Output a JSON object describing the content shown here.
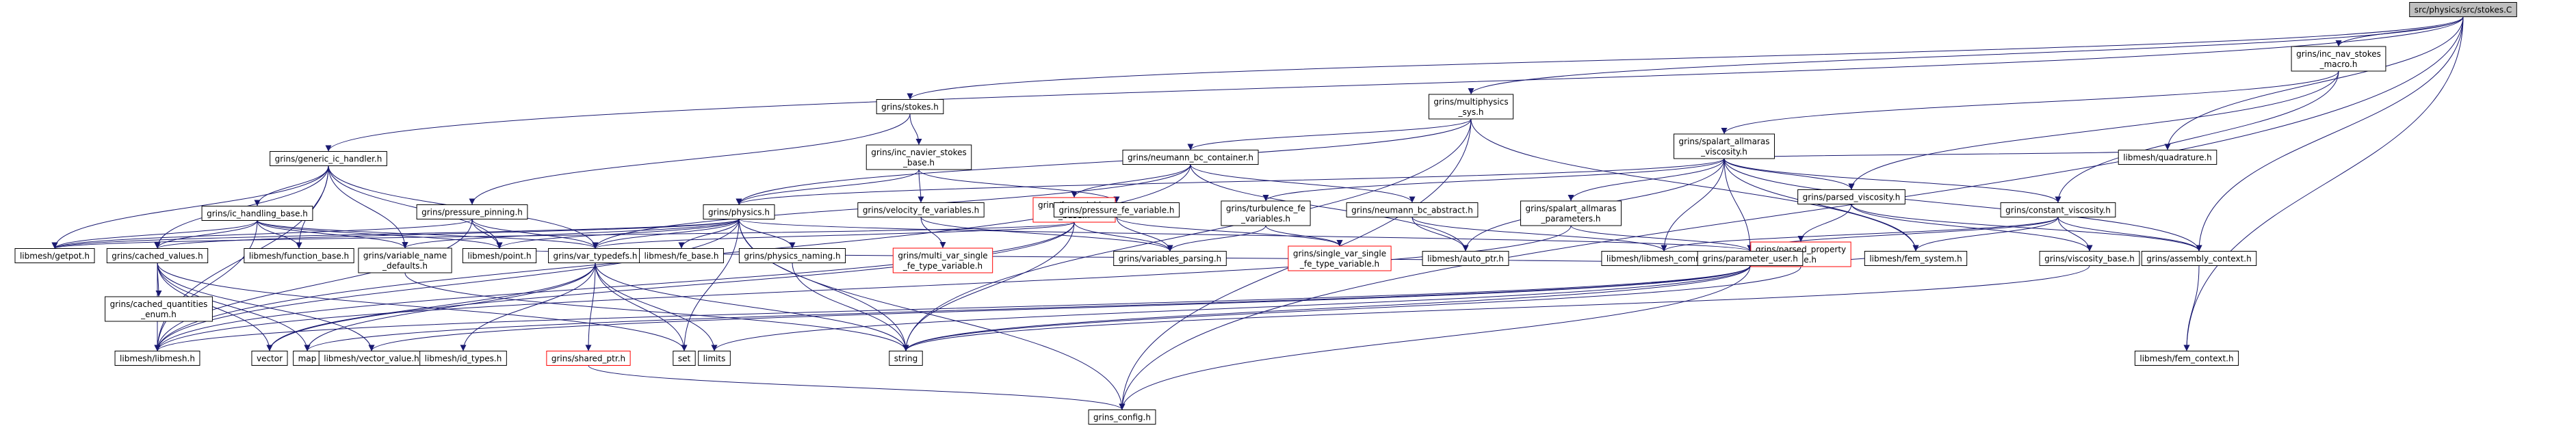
{
  "colors": {
    "edge": "#191970",
    "node_border": "#000000",
    "node_border_truncated": "#ff0000",
    "node_fill": "#ffffff",
    "root_fill": "#bfbfbf",
    "text": "#000000"
  },
  "diagram": {
    "nodes": [
      {
        "id": "stokes_c",
        "lines": [
          "src/physics/src/stokes.C"
        ],
        "root": true
      },
      {
        "id": "inc_ns_macro",
        "lines": [
          "grins/inc_nav_stokes",
          "_macro.h"
        ]
      },
      {
        "id": "stokes_h",
        "lines": [
          "grins/stokes.h"
        ]
      },
      {
        "id": "multiphysics_sys",
        "lines": [
          "grins/multiphysics",
          "_sys.h"
        ]
      },
      {
        "id": "spalart_visc",
        "lines": [
          "grins/spalart_allmaras",
          "_viscosity.h"
        ]
      },
      {
        "id": "inc_ns_base",
        "lines": [
          "grins/inc_navier_stokes",
          "_base.h"
        ]
      },
      {
        "id": "generic_ic",
        "lines": [
          "grins/generic_ic_handler.h"
        ]
      },
      {
        "id": "neumann_container",
        "lines": [
          "grins/neumann_bc_container.h"
        ]
      },
      {
        "id": "parsed_visc",
        "lines": [
          "grins/parsed_viscosity.h"
        ]
      },
      {
        "id": "quadrature",
        "lines": [
          "libmesh/quadrature.h"
        ]
      },
      {
        "id": "ic_handling",
        "lines": [
          "grins/ic_handling_base.h"
        ]
      },
      {
        "id": "pressure_pinning",
        "lines": [
          "grins/pressure_pinning.h"
        ]
      },
      {
        "id": "physics_h",
        "lines": [
          "grins/physics.h"
        ]
      },
      {
        "id": "velocity_fe",
        "lines": [
          "grins/velocity_fe_variables.h"
        ]
      },
      {
        "id": "fe_variables_base",
        "lines": [
          "grins/fe_variables",
          "_base.h"
        ],
        "truncated": true
      },
      {
        "id": "pressure_fe",
        "lines": [
          "grins/pressure_fe_variable.h"
        ]
      },
      {
        "id": "turbulence_fe",
        "lines": [
          "grins/turbulence_fe",
          "_variables.h"
        ]
      },
      {
        "id": "neumann_abstract",
        "lines": [
          "grins/neumann_bc_abstract.h"
        ]
      },
      {
        "id": "spalart_params",
        "lines": [
          "grins/spalart_allmaras",
          "_parameters.h"
        ]
      },
      {
        "id": "parsed_property",
        "lines": [
          "grins/parsed_property",
          "_base.h"
        ],
        "truncated": true
      },
      {
        "id": "constant_visc",
        "lines": [
          "grins/constant_viscosity.h"
        ]
      },
      {
        "id": "getpot",
        "lines": [
          "libmesh/getpot.h"
        ]
      },
      {
        "id": "cached_values",
        "lines": [
          "grins/cached_values.h"
        ]
      },
      {
        "id": "function_base",
        "lines": [
          "libmesh/function_base.h"
        ]
      },
      {
        "id": "variable_name_defaults",
        "lines": [
          "grins/variable_name",
          "_defaults.h"
        ]
      },
      {
        "id": "point_h",
        "lines": [
          "libmesh/point.h"
        ]
      },
      {
        "id": "var_typedefs",
        "lines": [
          "grins/var_typedefs.h"
        ]
      },
      {
        "id": "fe_base",
        "lines": [
          "libmesh/fe_base.h"
        ]
      },
      {
        "id": "physics_naming",
        "lines": [
          "grins/physics_naming.h"
        ]
      },
      {
        "id": "multi_var_single",
        "lines": [
          "grins/multi_var_single",
          "_fe_type_variable.h"
        ],
        "truncated": true
      },
      {
        "id": "variables_parsing",
        "lines": [
          "grins/variables_parsing.h"
        ]
      },
      {
        "id": "single_var_single",
        "lines": [
          "grins/single_var_single",
          "_fe_type_variable.h"
        ],
        "truncated": true
      },
      {
        "id": "auto_ptr",
        "lines": [
          "libmesh/auto_ptr.h"
        ]
      },
      {
        "id": "libmesh_common",
        "lines": [
          "libmesh/libmesh_common.h"
        ]
      },
      {
        "id": "parameter_user",
        "lines": [
          "grins/parameter_user.h"
        ]
      },
      {
        "id": "fem_system",
        "lines": [
          "libmesh/fem_system.h"
        ]
      },
      {
        "id": "viscosity_base",
        "lines": [
          "grins/viscosity_base.h"
        ]
      },
      {
        "id": "assembly_context",
        "lines": [
          "grins/assembly_context.h"
        ]
      },
      {
        "id": "cached_quantities_enum",
        "lines": [
          "grins/cached_quantities",
          "_enum.h"
        ]
      },
      {
        "id": "libmesh_h",
        "lines": [
          "libmesh/libmesh.h"
        ]
      },
      {
        "id": "vector",
        "lines": [
          "vector"
        ]
      },
      {
        "id": "map",
        "lines": [
          "map"
        ]
      },
      {
        "id": "vector_value",
        "lines": [
          "libmesh/vector_value.h"
        ]
      },
      {
        "id": "id_types",
        "lines": [
          "libmesh/id_types.h"
        ]
      },
      {
        "id": "shared_ptr",
        "lines": [
          "grins/shared_ptr.h"
        ],
        "truncated": true
      },
      {
        "id": "set",
        "lines": [
          "set"
        ]
      },
      {
        "id": "limits",
        "lines": [
          "limits"
        ]
      },
      {
        "id": "string",
        "lines": [
          "string"
        ]
      },
      {
        "id": "fem_context",
        "lines": [
          "libmesh/fem_context.h"
        ]
      },
      {
        "id": "grins_config",
        "lines": [
          "grins_config.h"
        ]
      }
    ],
    "edges": [
      [
        "stokes_c",
        "inc_ns_macro"
      ],
      [
        "stokes_c",
        "stokes_h"
      ],
      [
        "stokes_c",
        "multiphysics_sys"
      ],
      [
        "stokes_c",
        "generic_ic"
      ],
      [
        "stokes_c",
        "quadrature"
      ],
      [
        "stokes_c",
        "assembly_context"
      ],
      [
        "stokes_c",
        "fem_context"
      ],
      [
        "stokes_c",
        "grins_config"
      ],
      [
        "inc_ns_macro",
        "spalart_visc"
      ],
      [
        "inc_ns_macro",
        "parsed_visc"
      ],
      [
        "inc_ns_macro",
        "constant_visc"
      ],
      [
        "stokes_h",
        "inc_ns_base"
      ],
      [
        "stokes_h",
        "pressure_pinning"
      ],
      [
        "multiphysics_sys",
        "physics_h"
      ],
      [
        "multiphysics_sys",
        "neumann_container"
      ],
      [
        "multiphysics_sys",
        "fem_system"
      ],
      [
        "multiphysics_sys",
        "string"
      ],
      [
        "multiphysics_sys",
        "grins_config"
      ],
      [
        "spalart_visc",
        "physics_h"
      ],
      [
        "spalart_visc",
        "parsed_visc"
      ],
      [
        "spalart_visc",
        "quadrature"
      ],
      [
        "spalart_visc",
        "turbulence_fe"
      ],
      [
        "spalart_visc",
        "spalart_params"
      ],
      [
        "spalart_visc",
        "constant_visc"
      ],
      [
        "spalart_visc",
        "assembly_context"
      ],
      [
        "spalart_visc",
        "parameter_user"
      ],
      [
        "spalart_visc",
        "libmesh_common"
      ],
      [
        "spalart_visc",
        "auto_ptr"
      ],
      [
        "spalart_visc",
        "fem_system"
      ],
      [
        "inc_ns_base",
        "physics_h"
      ],
      [
        "inc_ns_base",
        "velocity_fe"
      ],
      [
        "inc_ns_base",
        "pressure_fe"
      ],
      [
        "generic_ic",
        "ic_handling"
      ],
      [
        "generic_ic",
        "getpot"
      ],
      [
        "generic_ic",
        "cached_values"
      ],
      [
        "generic_ic",
        "function_base"
      ],
      [
        "generic_ic",
        "variable_name_defaults"
      ],
      [
        "generic_ic",
        "point_h"
      ],
      [
        "generic_ic",
        "var_typedefs"
      ],
      [
        "generic_ic",
        "libmesh_h"
      ],
      [
        "neumann_container",
        "fe_variables_base"
      ],
      [
        "neumann_container",
        "neumann_abstract"
      ],
      [
        "neumann_container",
        "var_typedefs"
      ],
      [
        "neumann_container",
        "auto_ptr"
      ],
      [
        "neumann_container",
        "libmesh_h"
      ],
      [
        "parsed_visc",
        "parsed_property"
      ],
      [
        "parsed_visc",
        "viscosity_base"
      ],
      [
        "parsed_visc",
        "assembly_context"
      ],
      [
        "ic_handling",
        "getpot"
      ],
      [
        "ic_handling",
        "cached_values"
      ],
      [
        "ic_handling",
        "function_base"
      ],
      [
        "ic_handling",
        "variable_name_defaults"
      ],
      [
        "ic_handling",
        "point_h"
      ],
      [
        "ic_handling",
        "var_typedefs"
      ],
      [
        "ic_handling",
        "libmesh_h"
      ],
      [
        "pressure_pinning",
        "getpot"
      ],
      [
        "pressure_pinning",
        "point_h"
      ],
      [
        "pressure_pinning",
        "var_typedefs"
      ],
      [
        "pressure_pinning",
        "libmesh_h"
      ],
      [
        "physics_h",
        "getpot"
      ],
      [
        "physics_h",
        "cached_values"
      ],
      [
        "physics_h",
        "variable_name_defaults"
      ],
      [
        "physics_h",
        "point_h"
      ],
      [
        "physics_h",
        "var_typedefs"
      ],
      [
        "physics_h",
        "fe_base"
      ],
      [
        "physics_h",
        "physics_naming"
      ],
      [
        "physics_h",
        "parameter_user"
      ],
      [
        "physics_h",
        "libmesh_h"
      ],
      [
        "physics_h",
        "set"
      ],
      [
        "physics_h",
        "string"
      ],
      [
        "physics_h",
        "grins_config"
      ],
      [
        "velocity_fe",
        "multi_var_single"
      ],
      [
        "velocity_fe",
        "variables_parsing"
      ],
      [
        "fe_variables_base",
        "getpot"
      ],
      [
        "fe_variables_base",
        "var_typedefs"
      ],
      [
        "fe_variables_base",
        "variables_parsing"
      ],
      [
        "fe_variables_base",
        "libmesh_h"
      ],
      [
        "fe_variables_base",
        "string"
      ],
      [
        "fe_variables_base",
        "vector"
      ],
      [
        "pressure_fe",
        "single_var_single"
      ],
      [
        "pressure_fe",
        "variables_parsing"
      ],
      [
        "turbulence_fe",
        "single_var_single"
      ],
      [
        "turbulence_fe",
        "variables_parsing"
      ],
      [
        "neumann_abstract",
        "libmesh_common"
      ],
      [
        "neumann_abstract",
        "auto_ptr"
      ],
      [
        "spalart_params",
        "parameter_user"
      ],
      [
        "spalart_params",
        "libmesh_h"
      ],
      [
        "parsed_property",
        "parameter_user"
      ],
      [
        "parsed_property",
        "libmesh_common"
      ],
      [
        "parsed_property",
        "point_h"
      ],
      [
        "parsed_property",
        "fem_system"
      ],
      [
        "parsed_property",
        "string"
      ],
      [
        "constant_visc",
        "viscosity_base"
      ],
      [
        "constant_visc",
        "assembly_context"
      ],
      [
        "constant_visc",
        "parameter_user"
      ],
      [
        "constant_visc",
        "libmesh_common"
      ],
      [
        "constant_visc",
        "fem_system"
      ],
      [
        "cached_values",
        "cached_quantities_enum"
      ],
      [
        "cached_values",
        "libmesh_h"
      ],
      [
        "cached_values",
        "vector"
      ],
      [
        "cached_values",
        "map"
      ],
      [
        "cached_values",
        "vector_value"
      ],
      [
        "cached_values",
        "set"
      ],
      [
        "variable_name_defaults",
        "string"
      ],
      [
        "var_typedefs",
        "id_types"
      ],
      [
        "var_typedefs",
        "shared_ptr"
      ],
      [
        "var_typedefs",
        "vector"
      ],
      [
        "var_typedefs",
        "map"
      ],
      [
        "var_typedefs",
        "set"
      ],
      [
        "var_typedefs",
        "limits"
      ],
      [
        "var_typedefs",
        "string"
      ],
      [
        "physics_naming",
        "string"
      ],
      [
        "parameter_user",
        "libmesh_h"
      ],
      [
        "parameter_user",
        "map"
      ],
      [
        "parameter_user",
        "string"
      ],
      [
        "parameter_user",
        "grins_config"
      ],
      [
        "parameter_user",
        "vector_value"
      ],
      [
        "parameter_user",
        "limits"
      ],
      [
        "viscosity_base",
        "string"
      ],
      [
        "assembly_context",
        "fem_context"
      ],
      [
        "shared_ptr",
        "grins_config"
      ]
    ]
  }
}
